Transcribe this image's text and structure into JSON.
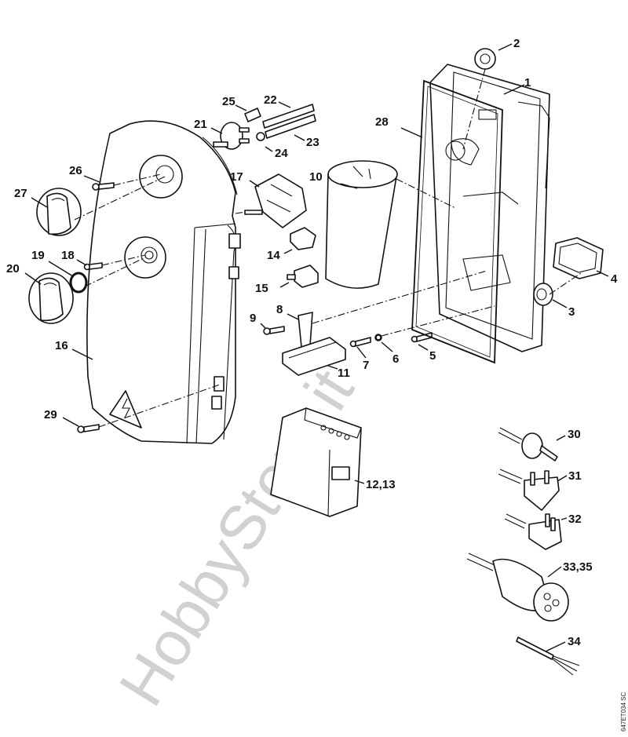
{
  "diagram": {
    "drawing_code": "647ET034 SC",
    "watermark": "HobbyStore.it",
    "labels": {
      "p1": "1",
      "p2": "2",
      "p3": "3",
      "p4": "4",
      "p5": "5",
      "p6": "6",
      "p7": "7",
      "p8": "8",
      "p9": "9",
      "p10": "10",
      "p11": "11",
      "p12_13": "12,13",
      "p14": "14",
      "p15": "15",
      "p16": "16",
      "p17": "17",
      "p18": "18",
      "p19": "19",
      "p20": "20",
      "p21": "21",
      "p22": "22",
      "p23": "23",
      "p24": "24",
      "p25": "25",
      "p26": "26",
      "p27": "27",
      "p28": "28",
      "p29": "29",
      "p30": "30",
      "p31": "31",
      "p32": "32",
      "p33_35": "33,35",
      "p34": "34"
    }
  }
}
